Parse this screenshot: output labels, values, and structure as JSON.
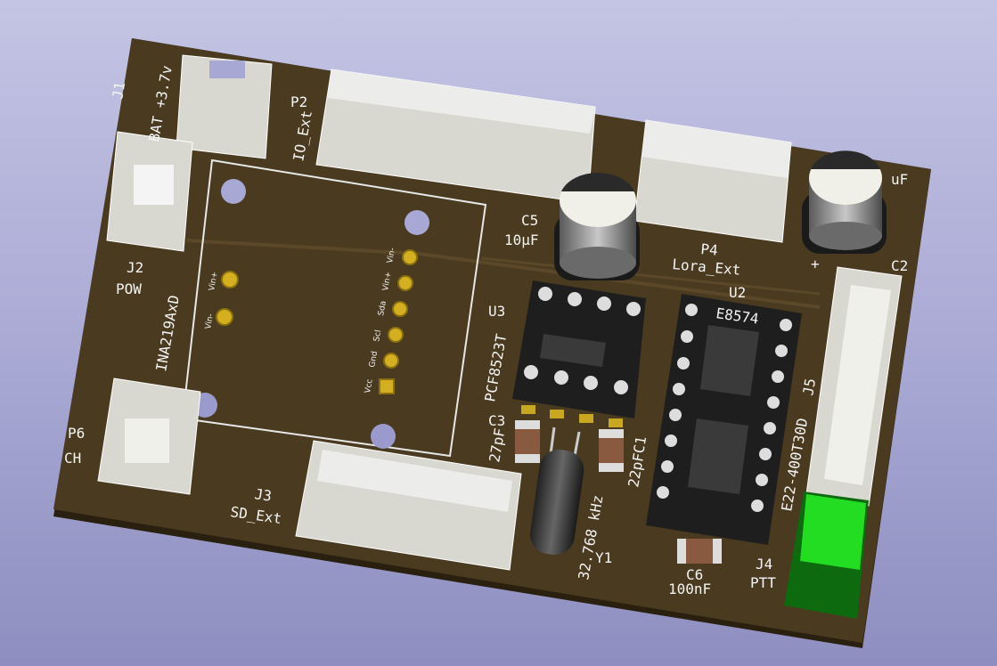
{
  "viewer": {
    "title": "KiCad 3D Viewer"
  },
  "colors": {
    "board": "#4a3b20",
    "silkscreen": "#f4f4f4",
    "connector": "#e0e0d8",
    "socket": "#1e1e1e",
    "highlight": "#22dd22"
  },
  "labels": {
    "j1_ref": "J1",
    "j1_val": "BAT +3.7v",
    "p2_ref": "P2",
    "p2_val": "IO_Ext",
    "c5_ref": "C5",
    "c5_val": "10µF",
    "p4_ref": "P4",
    "p4_val": "Lora_Ext",
    "c2_ref": "C2",
    "c2_val_fragment": "uF",
    "c2_plus": "+",
    "j2_ref": "J2",
    "j2_val": "POW",
    "ina_val": "INA219AxD",
    "vin_plus_left": "Vin+",
    "vin_minus_left": "Vin-",
    "pins": [
      "Vin-",
      "Vin+",
      "Sda",
      "Scl",
      "Gnd",
      "Vcc"
    ],
    "u3_ref": "U3",
    "u3_val": "PCF8523T",
    "u2_ref": "U2",
    "u2_val": "E8574",
    "j5_ref": "J5",
    "j5_val": "E22-400T30D",
    "c3_ref": "C3",
    "c3_val": "27pF",
    "c1_ref": "C1",
    "c1_val": "22pF",
    "y1_ref": "Y1",
    "y1_val": "32.768 kHz",
    "c6_ref": "C6",
    "c6_val": "100nF",
    "j4_ref": "J4",
    "j4_val": "PTT",
    "p6_ref": "P6",
    "p6_val": "CH",
    "j3_ref": "J3",
    "j3_val": "SD_Ext"
  }
}
